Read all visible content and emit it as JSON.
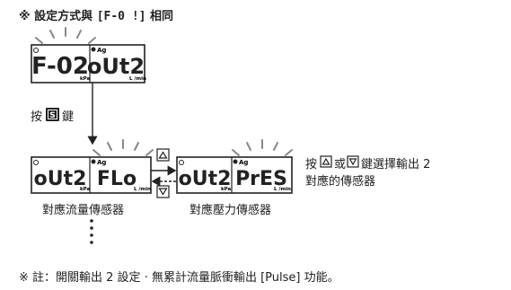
{
  "title": {
    "prefix": "※ 設定方式與 ",
    "code": "[F-0 !]",
    "suffix": " 相同"
  },
  "top_display": {
    "left": "F-02",
    "right": "oUt2",
    "indicator": "Ag",
    "unit_left": "kPa",
    "unit_right": "L /min"
  },
  "press_key": {
    "before": "按",
    "key": "S",
    "after": "鍵"
  },
  "display_left": {
    "left": "oUt2",
    "right": "FLo",
    "indicator": "Ag",
    "unit_left": "kPa",
    "unit_right": "L /min"
  },
  "display_right": {
    "left": "oUt2",
    "right": "PrES",
    "indicator": "Ag",
    "unit_left": "kPa",
    "unit_right": "L /min"
  },
  "label_left": "對應流量傳感器",
  "label_right": "對應壓力傳感器",
  "instruction": {
    "line1_a": "按",
    "line1_b": "或",
    "line1_c": "鍵選擇輸出 2",
    "line2": "對應的傳感器"
  },
  "footnote": "※ 註：開關輸出 2 設定 · 無累計流量脈衝輸出 [Pulse] 功能。"
}
